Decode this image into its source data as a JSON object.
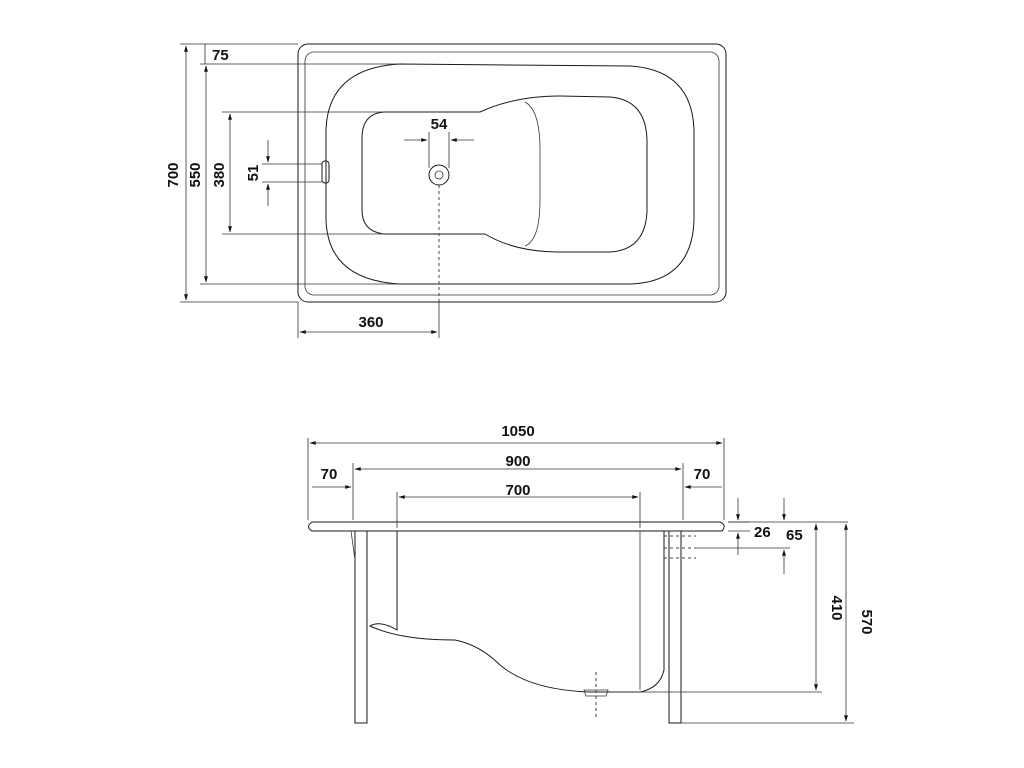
{
  "top_view": {
    "dims": {
      "overall_width": "700",
      "inner_width": "550",
      "basin_width": "380",
      "overflow_height": "51",
      "rim_offset": "75",
      "drain_diameter": "54",
      "drain_offset": "360"
    }
  },
  "side_view": {
    "dims": {
      "overall_length": "1050",
      "leg_span": "900",
      "left_rim": "70",
      "right_rim": "70",
      "basin_length": "700",
      "rim_thickness": "26",
      "rim_depth": "65",
      "basin_depth": "410",
      "overall_height": "570"
    }
  },
  "colors": {
    "line": "#1a1a1a",
    "background": "#ffffff"
  }
}
